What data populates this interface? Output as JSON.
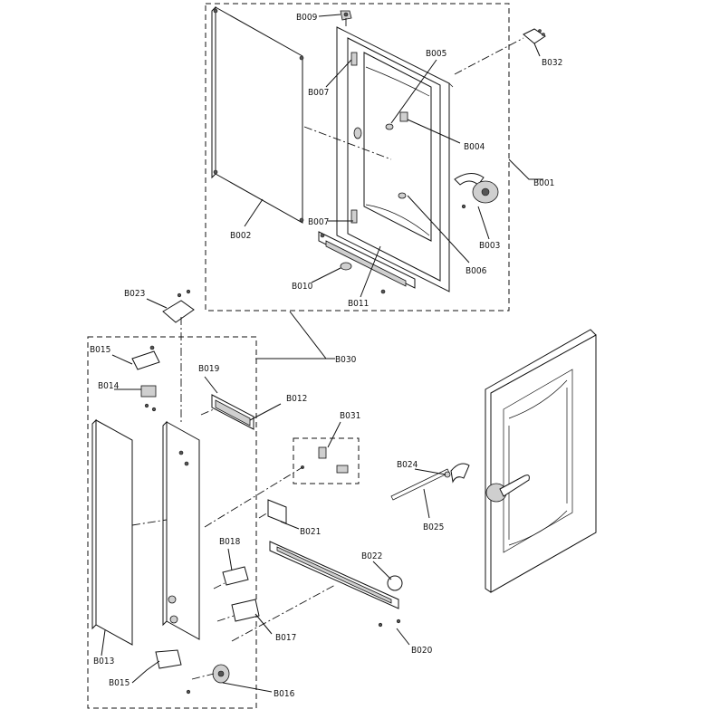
{
  "labels": {
    "B001": "B001",
    "B002": "B002",
    "B003": "B003",
    "B004": "B004",
    "B005": "B005",
    "B006": "B006",
    "B007a": "B007",
    "B007b": "B007",
    "B009": "B009",
    "B010": "B010",
    "B011": "B011",
    "B012": "B012",
    "B013": "B013",
    "B014": "B014",
    "B015a": "B015",
    "B015b": "B015",
    "B016": "B016",
    "B017": "B017",
    "B018": "B018",
    "B019": "B019",
    "B020": "B020",
    "B021": "B021",
    "B022": "B022",
    "B023": "B023",
    "B024": "B024",
    "B025": "B025",
    "B030": "B030",
    "B031": "B031",
    "B032": "B032"
  }
}
